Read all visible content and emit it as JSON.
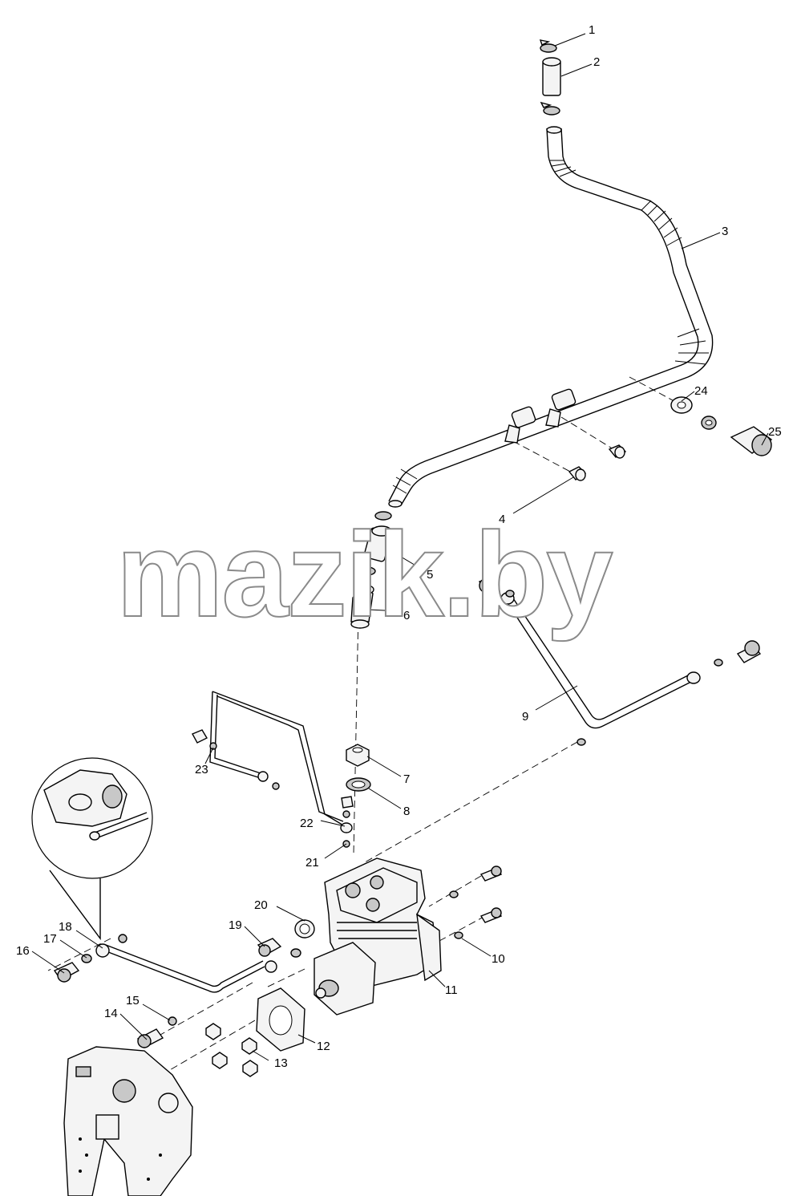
{
  "watermark": "mazik.by",
  "callouts": [
    {
      "id": "c1",
      "label": "1"
    },
    {
      "id": "c2",
      "label": "2"
    },
    {
      "id": "c3",
      "label": "3"
    },
    {
      "id": "c4",
      "label": "4"
    },
    {
      "id": "c5",
      "label": "5"
    },
    {
      "id": "c6",
      "label": "6"
    },
    {
      "id": "c7",
      "label": "7"
    },
    {
      "id": "c8",
      "label": "8"
    },
    {
      "id": "c9",
      "label": "9"
    },
    {
      "id": "c10",
      "label": "10"
    },
    {
      "id": "c11",
      "label": "11"
    },
    {
      "id": "c12",
      "label": "12"
    },
    {
      "id": "c13",
      "label": "13"
    },
    {
      "id": "c14",
      "label": "14"
    },
    {
      "id": "c15",
      "label": "15"
    },
    {
      "id": "c16",
      "label": "16"
    },
    {
      "id": "c17",
      "label": "17"
    },
    {
      "id": "c18",
      "label": "18"
    },
    {
      "id": "c19",
      "label": "19"
    },
    {
      "id": "c20",
      "label": "20"
    },
    {
      "id": "c21",
      "label": "21"
    },
    {
      "id": "c22",
      "label": "22"
    },
    {
      "id": "c23",
      "label": "23"
    },
    {
      "id": "c24",
      "label": "24"
    },
    {
      "id": "c25",
      "label": "25"
    }
  ]
}
